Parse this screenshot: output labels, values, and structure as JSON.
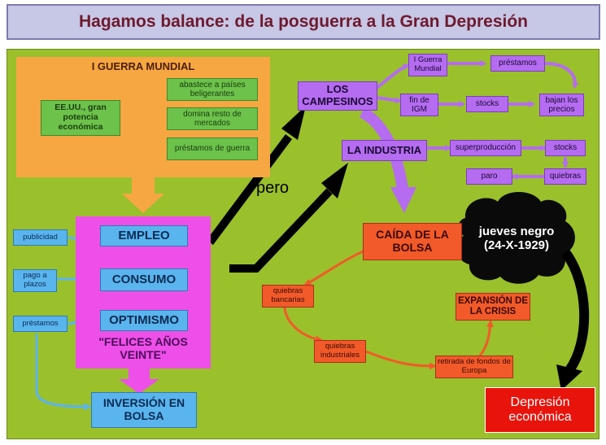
{
  "title": "Hagamos balance: de la posguerra a la Gran Depresión",
  "war_section": {
    "heading": "I GUERRA MUNDIAL",
    "usa": "EE.UU., gran potencia económica",
    "items": [
      "abastece a países beligerantes",
      "domina resto de mercados",
      "préstamos de guerra"
    ]
  },
  "twenties_section": {
    "nodes": [
      "EMPLEO",
      "CONSUMO",
      "OPTIMISMO"
    ],
    "label": "\"FELICES AÑOS VEINTE\"",
    "inputs": [
      "publicidad",
      "pago a plazos",
      "préstamos"
    ],
    "result": "INVERSIÓN EN BOLSA"
  },
  "connector_label": "pero",
  "peasants": {
    "heading": "LOS CAMPESINOS",
    "nodes": [
      "I Guerra Mundial",
      "préstamos",
      "fin de IGM",
      "stocks",
      "bajan los precios"
    ]
  },
  "industry": {
    "heading": "LA INDUSTRIA",
    "nodes": [
      "superproducción",
      "stocks",
      "quiebras",
      "paro"
    ]
  },
  "crash": {
    "heading": "CAÍDA DE LA BOLSA",
    "cloud": "jueves negro (24-X-1929)",
    "nodes": [
      "quiebras bancarias",
      "quiebras industriales",
      "retirada de fondos de Europa"
    ],
    "expansion": "EXPANSIÓN DE LA CRISIS"
  },
  "result": "Depresión económica",
  "colors": {
    "title_text": "#6e1a2d",
    "board": "#9ac02c",
    "orange": "#f6a742",
    "green": "#6cc24a",
    "magenta": "#ee4fe8",
    "blue": "#5ab4ee",
    "purple": "#b56cf0",
    "red": "#f25a2a",
    "final": "#e8140c"
  }
}
